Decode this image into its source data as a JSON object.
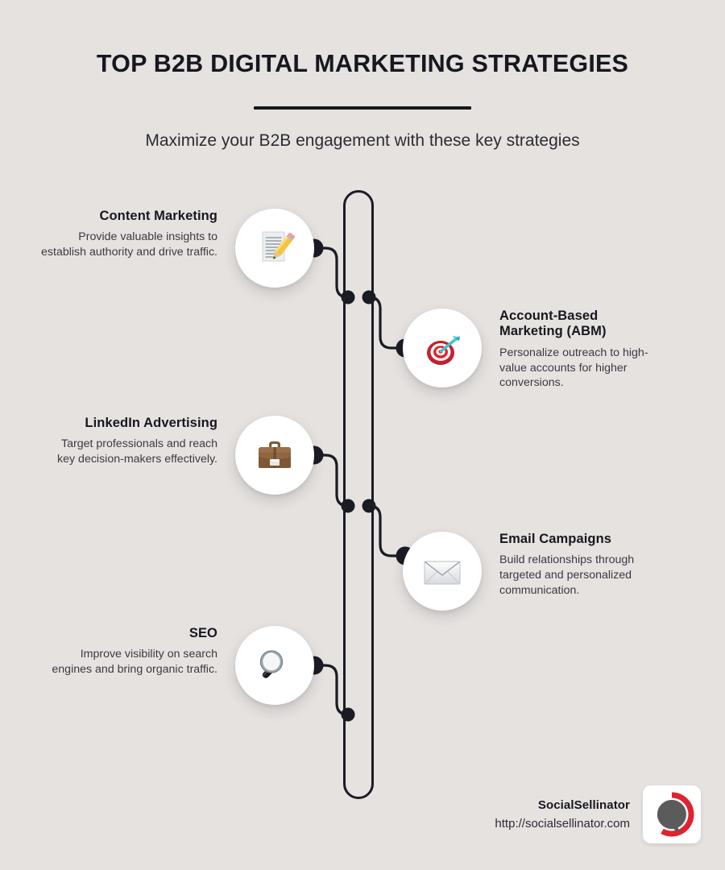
{
  "page": {
    "background_color": "#e6e2e0",
    "ink_color": "#17171f",
    "accent_color": "#e0222e"
  },
  "header": {
    "title": "TOP B2B DIGITAL MARKETING STRATEGIES",
    "subtitle": "Maximize your B2B engagement with these key strategies"
  },
  "items": [
    {
      "title": "Content Marketing",
      "description": "Provide valuable insights to establish authority and drive traffic.",
      "icon": "memo-pencil-icon",
      "side": "left"
    },
    {
      "title": "Account-Based Marketing (ABM)",
      "description": "Personalize outreach to high-value accounts for higher conversions.",
      "icon": "target-dart-icon",
      "side": "right"
    },
    {
      "title": "LinkedIn Advertising",
      "description": "Target professionals and reach key decision-makers effectively.",
      "icon": "briefcase-icon",
      "side": "left"
    },
    {
      "title": "Email Campaigns",
      "description": "Build relationships through targeted and personalized communication.",
      "icon": "envelope-icon",
      "side": "right"
    },
    {
      "title": "SEO",
      "description": "Improve visibility on search engines and bring organic traffic.",
      "icon": "magnifying-glass-icon",
      "side": "left"
    }
  ],
  "footer": {
    "brand_name": "SocialSellinator",
    "brand_url": "http://socialsellinator.com",
    "logo": "socialsellinator-logo-icon"
  }
}
